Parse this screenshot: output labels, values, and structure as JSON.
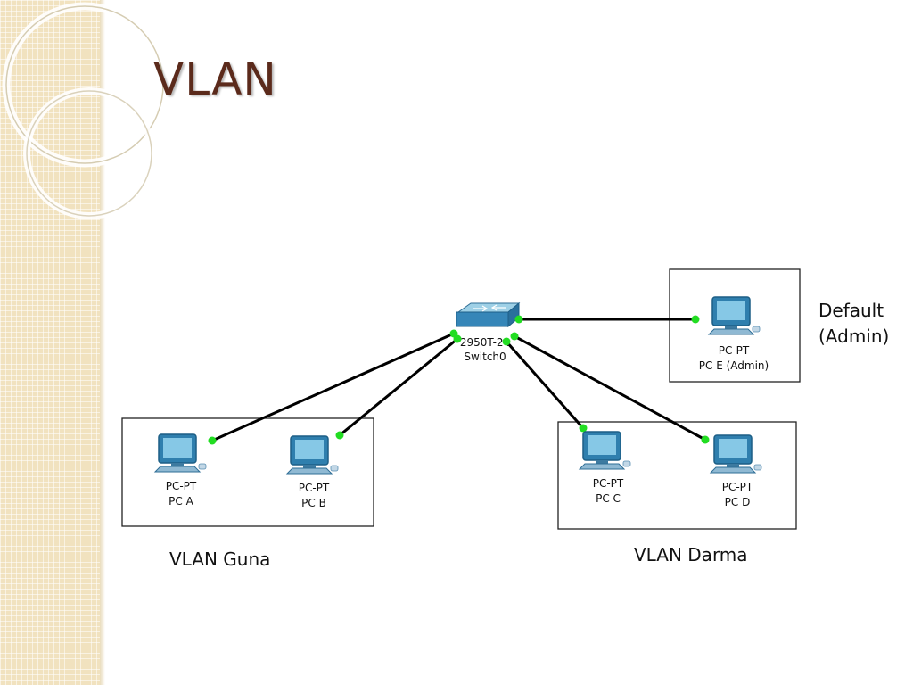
{
  "slide": {
    "title": "VLAN"
  },
  "diagram": {
    "switch": {
      "model": "2950T-24",
      "name": "Switch0"
    },
    "pcs": {
      "a": {
        "type": "PC-PT",
        "name": "PC A"
      },
      "b": {
        "type": "PC-PT",
        "name": "PC B"
      },
      "c": {
        "type": "PC-PT",
        "name": "PC C"
      },
      "d": {
        "type": "PC-PT",
        "name": "PC D"
      },
      "e": {
        "type": "PC-PT",
        "name": "PC E (Admin)"
      }
    },
    "groups": {
      "guna": {
        "label": "VLAN Guna"
      },
      "darma": {
        "label": "VLAN Darma"
      },
      "default": {
        "label_line1": "Default",
        "label_line2": "(Admin)"
      }
    },
    "colors": {
      "link": "#000000",
      "link_light": "#00dd00",
      "device_blue": "#3c90bf",
      "title": "#5b2a1b"
    }
  }
}
